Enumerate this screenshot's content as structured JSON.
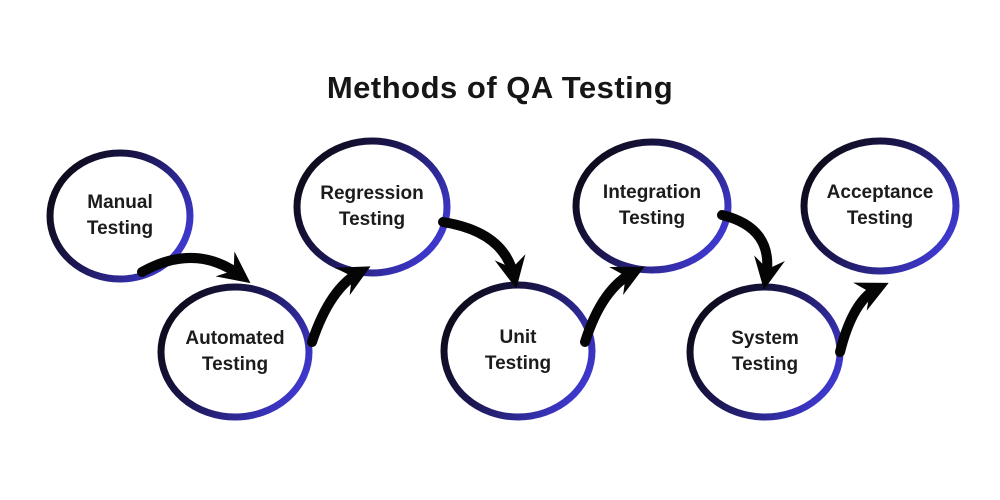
{
  "title": "Methods of QA Testing",
  "nodes": [
    {
      "label": "Manual\nTesting"
    },
    {
      "label": "Automated\nTesting"
    },
    {
      "label": "Regression\nTesting"
    },
    {
      "label": "Unit\nTesting"
    },
    {
      "label": "Integration\nTesting"
    },
    {
      "label": "System\nTesting"
    },
    {
      "label": "Acceptance\nTesting"
    }
  ],
  "edges": [
    {
      "from": "Manual Testing",
      "to": "Automated Testing"
    },
    {
      "from": "Automated Testing",
      "to": "Regression Testing"
    },
    {
      "from": "Regression Testing",
      "to": "Unit Testing"
    },
    {
      "from": "Unit Testing",
      "to": "Integration Testing"
    },
    {
      "from": "Integration Testing",
      "to": "System Testing"
    },
    {
      "from": "System Testing",
      "to": "Acceptance Testing"
    }
  ],
  "colors": {
    "background": "#ffffff",
    "title_text": "#161616",
    "node_text": "#1c1c1c",
    "node_fill": "#ffffff",
    "ring_gradient_start": "#0a0a10",
    "ring_gradient_end": "#3f39d2",
    "arrow": "#050505"
  }
}
